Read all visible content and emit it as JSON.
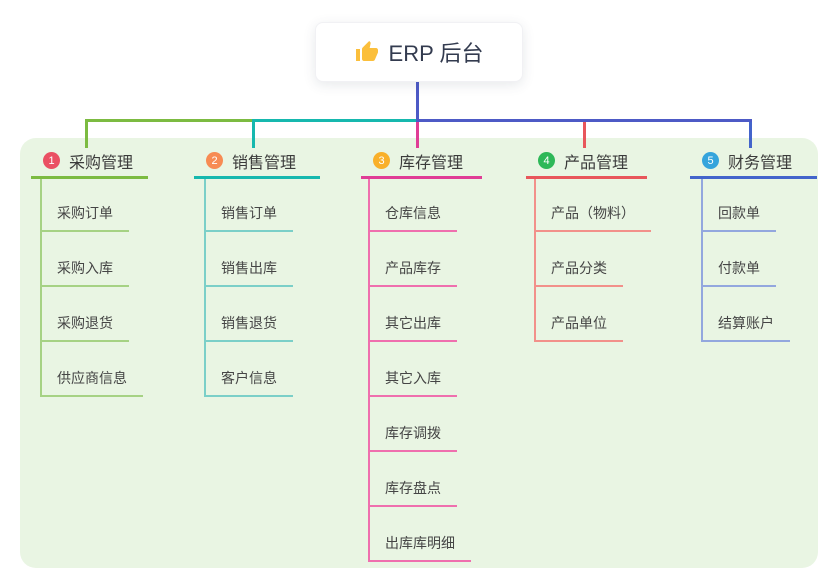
{
  "root": {
    "title": "ERP 后台",
    "icon": "thumbs-up-icon"
  },
  "colors": {
    "panel_bg": "#E9F5E3",
    "stem": "#4D5AC6",
    "root_text": "#333B4F",
    "header_text": "#3B3B3B",
    "child_text": "#454545",
    "thumb_yellow": "#FBBF3C"
  },
  "branches": [
    {
      "badge": "1",
      "label": "采购管理",
      "badge_color": "#EA5063",
      "line_color": "#7CBB41",
      "child_line_color": "#A6D284",
      "children": [
        "采购订单",
        "采购入库",
        "采购退货",
        "供应商信息"
      ]
    },
    {
      "badge": "2",
      "label": "销售管理",
      "badge_color": "#F78B53",
      "line_color": "#16B8AE",
      "child_line_color": "#7BCFC8",
      "children": [
        "销售订单",
        "销售出库",
        "销售退货",
        "客户信息"
      ]
    },
    {
      "badge": "3",
      "label": "库存管理",
      "badge_color": "#F9B02A",
      "line_color": "#E03D96",
      "child_line_color": "#EF6FAE",
      "children": [
        "仓库信息",
        "产品库存",
        "其它出库",
        "其它入库",
        "库存调拨",
        "库存盘点",
        "出库库明细"
      ]
    },
    {
      "badge": "4",
      "label": "产品管理",
      "badge_color": "#2EB858",
      "line_color": "#E8565B",
      "child_line_color": "#F2908A",
      "children": [
        "产品（物料）",
        "产品分类",
        "产品单位"
      ]
    },
    {
      "badge": "5",
      "label": "财务管理",
      "badge_color": "#35A4DC",
      "line_color": "#4364CB",
      "child_line_color": "#93A7DE",
      "children": [
        "回款单",
        "付款单",
        "结算账户"
      ]
    }
  ]
}
